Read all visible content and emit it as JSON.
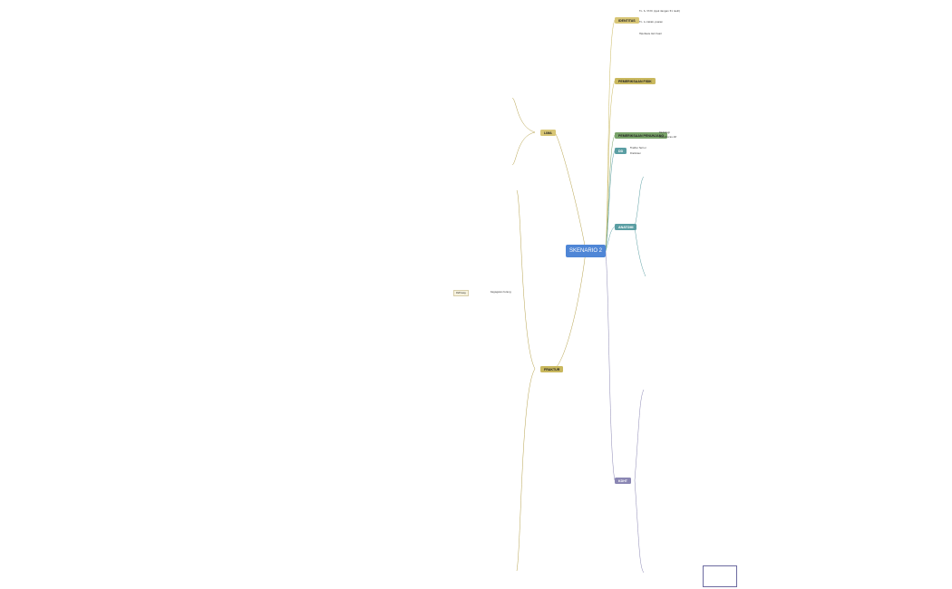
{
  "root": {
    "label": "SKENARIO 2"
  },
  "colors": {
    "root": "#4f86d6",
    "olive": "#b7a34d",
    "olive_light": "#d8c676",
    "green": "#7aa46a",
    "teal": "#5a9ea3",
    "purple": "#8a86b3"
  },
  "branches": {
    "identitas": {
      "label": "IDENTITAS",
      "items": [
        "Tn. S, 33 th (ojek dengan 51 rasih)",
        "Tn. A, kakak, pasien",
        "Hipotesis dari hasil"
      ]
    },
    "pemeriksaan_fisik": {
      "label": "PEMERIKSAAN FISIK"
    },
    "pemeriksaan_penunjang": {
      "label": "PEMERIKSAAN PENUNJANG",
      "items": [
        "Radiologi",
        "Foto thorax AP"
      ]
    },
    "dd": {
      "label": "DD",
      "items": [
        "Fraktur femur",
        "Dislokasi"
      ]
    },
    "anatomi": {
      "label": "ANATOMI"
    },
    "kdht": {
      "label": "KDHT"
    },
    "lima": {
      "label": "LIMA"
    },
    "fraktur": {
      "label": "FRAKTUR"
    },
    "pathway": {
      "label": "Pathway",
      "items": [
        "Kegagalan tulang"
      ]
    }
  }
}
